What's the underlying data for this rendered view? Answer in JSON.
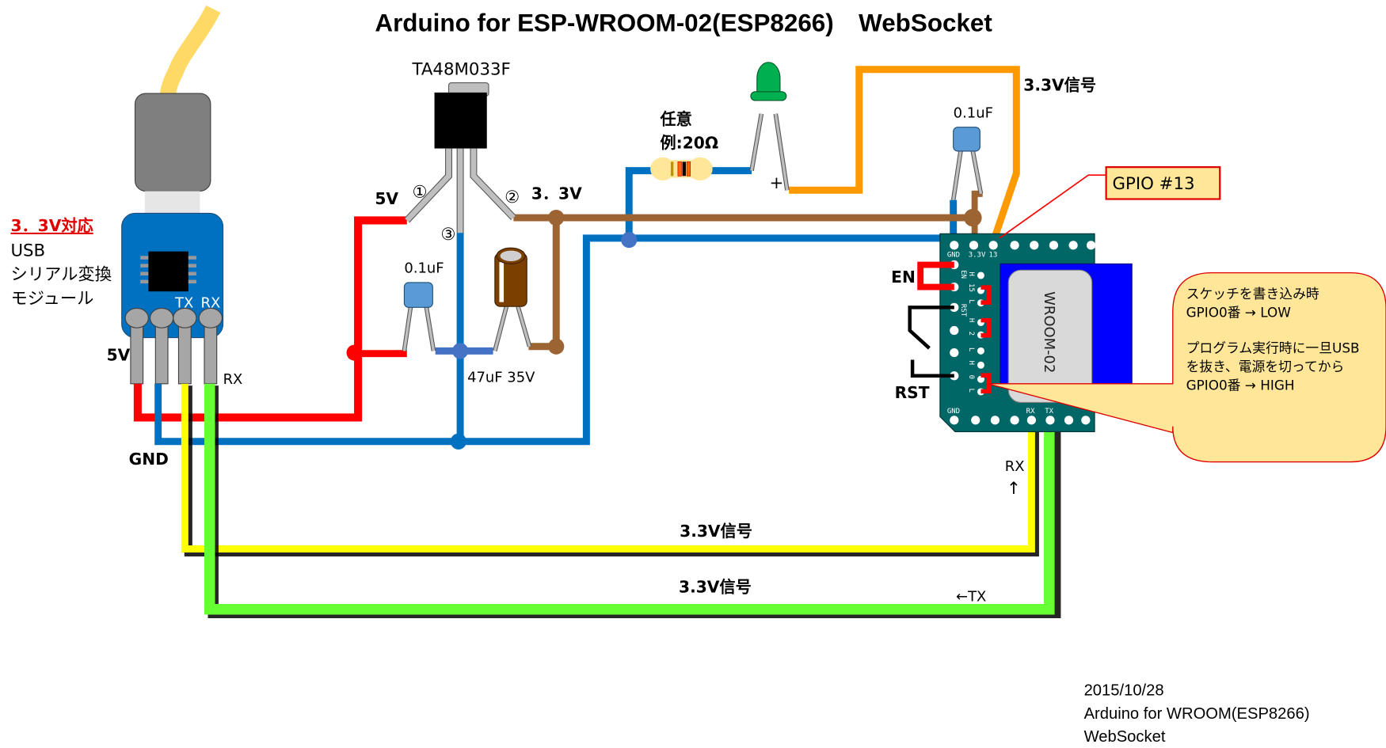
{
  "title": "Arduino for ESP-WROOM-02(ESP8266)　WebSocket",
  "usb_module": {
    "note_red": "3．3V対応",
    "label_lines": [
      "USB",
      "シリアル変換",
      "モジュール"
    ],
    "pin_tx": "TX",
    "pin_rx": "RX",
    "label_5v": "5V",
    "label_gnd": "GND",
    "label_rx": "RX"
  },
  "regulator": {
    "part": "TA48M033F",
    "pin1": "①",
    "pin2": "②",
    "pin3": "③",
    "in_label": "5V",
    "out_label": "3．3V"
  },
  "capacitors": {
    "input_cap": "0.1uF",
    "electrolytic": "47uF 35V",
    "esp_cap": "0.1uF"
  },
  "resistor": {
    "line1": "任意",
    "line2": "例:20Ω"
  },
  "led": {
    "plus": "+"
  },
  "signal_labels": {
    "gpio_wire": "3.3V信号",
    "tx_wire": "3.3V信号",
    "rx_wire": "3.3V信号",
    "rx_arrow": "RX",
    "rx_arrow_glyph": "↑",
    "tx_arrow": "←TX"
  },
  "esp_board": {
    "top_pins": [
      "GND",
      "3.3V",
      "13"
    ],
    "left_pin": "EN",
    "rst_pin": "RST",
    "mid_pins": [
      "H",
      "15",
      "L",
      "H",
      "2",
      "L",
      "H",
      "0",
      "L"
    ],
    "bottom_pins": [
      "GND",
      "RX",
      "TX"
    ],
    "module_name": "WROOM-02",
    "label_en": "EN",
    "label_rst": "RST"
  },
  "callouts": {
    "gpio": "GPIO  #13",
    "note_lines": [
      "スケッチを書き込み時",
      "GPIO0番  →  LOW",
      "",
      "プログラム実行時に一旦USB",
      "を抜き、電源を切ってから",
      "GPIO0番  →  HIGH"
    ]
  },
  "footer": {
    "date": "2015/10/28",
    "line2": "Arduino for WROOM(ESP8266)",
    "line3": "WebSocket"
  },
  "colors": {
    "wire_5v": "#ff0000",
    "wire_gnd": "#0070c0",
    "wire_3v3": "#9c6432",
    "wire_gpio": "#ff9900",
    "wire_tx": "#ffff00",
    "wire_rx": "#66ff33",
    "pcb": "#006666",
    "module_blue": "#0000ff",
    "callout_fill": "#ffe699",
    "callout_border": "#e00000"
  }
}
